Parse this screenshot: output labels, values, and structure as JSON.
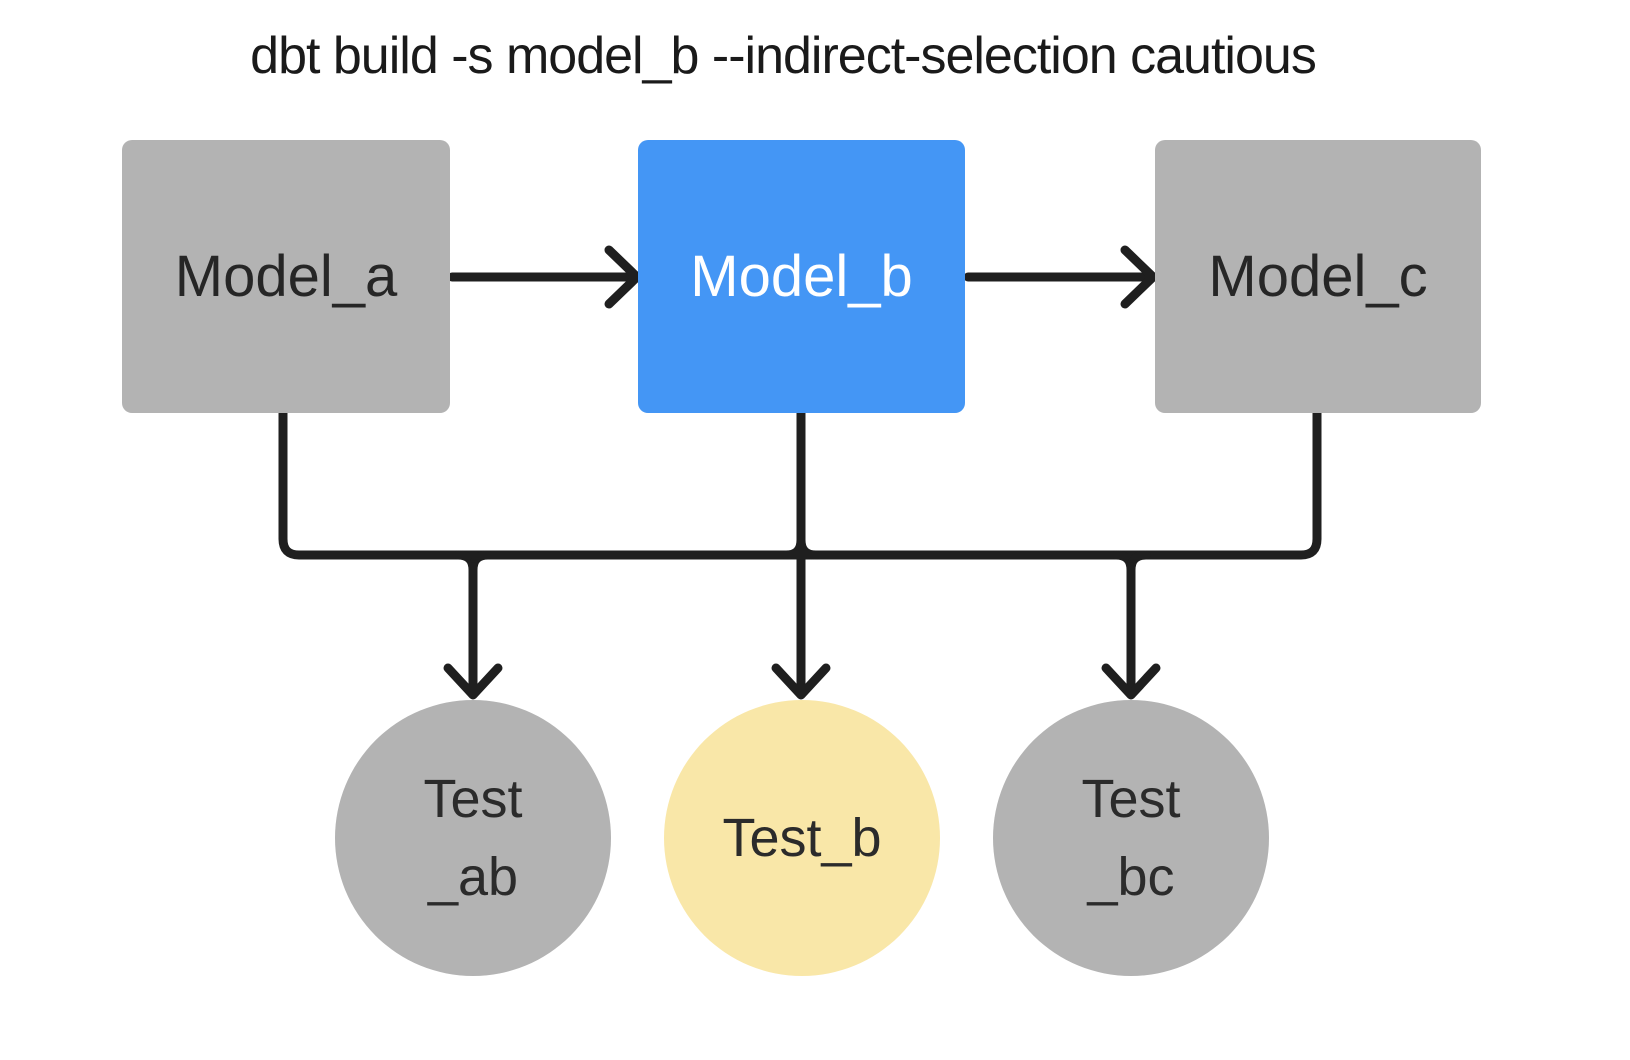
{
  "title": "dbt build -s model_b --indirect-selection cautious",
  "colors": {
    "background": "#ffffff",
    "edge": "#1f1f1f",
    "node_gray": "#b3b3b3",
    "model_selected_blue": "#4496f5",
    "test_selected_yellow": "#f9e7a8",
    "text_dark": "#262626",
    "text_on_blue": "#ffffff",
    "title_text": "#1a1a1a"
  },
  "models": [
    {
      "id": "model_a",
      "label": "Model_a",
      "fill": "#b3b3b3",
      "text_color": "#262626"
    },
    {
      "id": "model_b",
      "label": "Model_b",
      "fill": "#4496f5",
      "text_color": "#ffffff"
    },
    {
      "id": "model_c",
      "label": "Model_c",
      "fill": "#b3b3b3",
      "text_color": "#262626"
    }
  ],
  "tests": [
    {
      "id": "test_ab",
      "label_lines": [
        "Test",
        "_ab"
      ],
      "fill": "#b3b3b3",
      "text_color": "#2b2b2b"
    },
    {
      "id": "test_b",
      "label": "Test_b",
      "fill": "#f9e7a8",
      "text_color": "#2b2b2b"
    },
    {
      "id": "test_bc",
      "label_lines": [
        "Test",
        "_bc"
      ],
      "fill": "#b3b3b3",
      "text_color": "#2b2b2b"
    }
  ],
  "edges": [
    {
      "from": "Model_a",
      "to": "Model_b"
    },
    {
      "from": "Model_b",
      "to": "Model_c"
    },
    {
      "from": "Model_a",
      "to": "Test_ab"
    },
    {
      "from": "Model_b",
      "to": "Test_ab"
    },
    {
      "from": "Model_b",
      "to": "Test_b"
    },
    {
      "from": "Model_b",
      "to": "Test_bc"
    },
    {
      "from": "Model_c",
      "to": "Test_bc"
    }
  ]
}
